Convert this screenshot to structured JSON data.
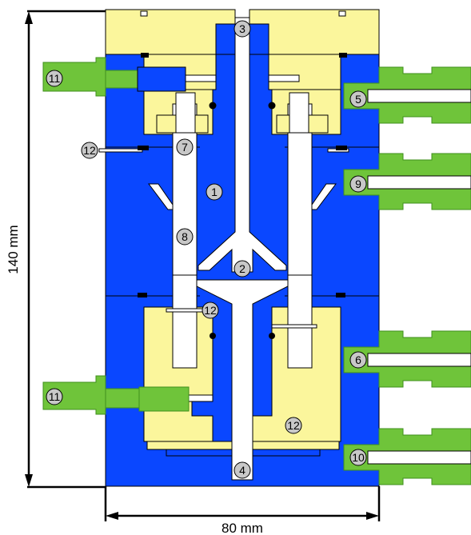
{
  "dimensions": {
    "height_label": "140 mm",
    "width_label": "80 mm"
  },
  "callouts": [
    "1",
    "2",
    "3",
    "4",
    "5",
    "6",
    "7",
    "8",
    "9",
    "10",
    "11",
    "11",
    "12",
    "12",
    "12"
  ],
  "colors": {
    "blue": "#0a47ff",
    "yellow": "#fbf69c",
    "green": "#6fc43a",
    "green_dark": "#3f8f1c",
    "white": "#ffffff",
    "outline": "#000000",
    "callout_fill": "#c8c8c8"
  }
}
